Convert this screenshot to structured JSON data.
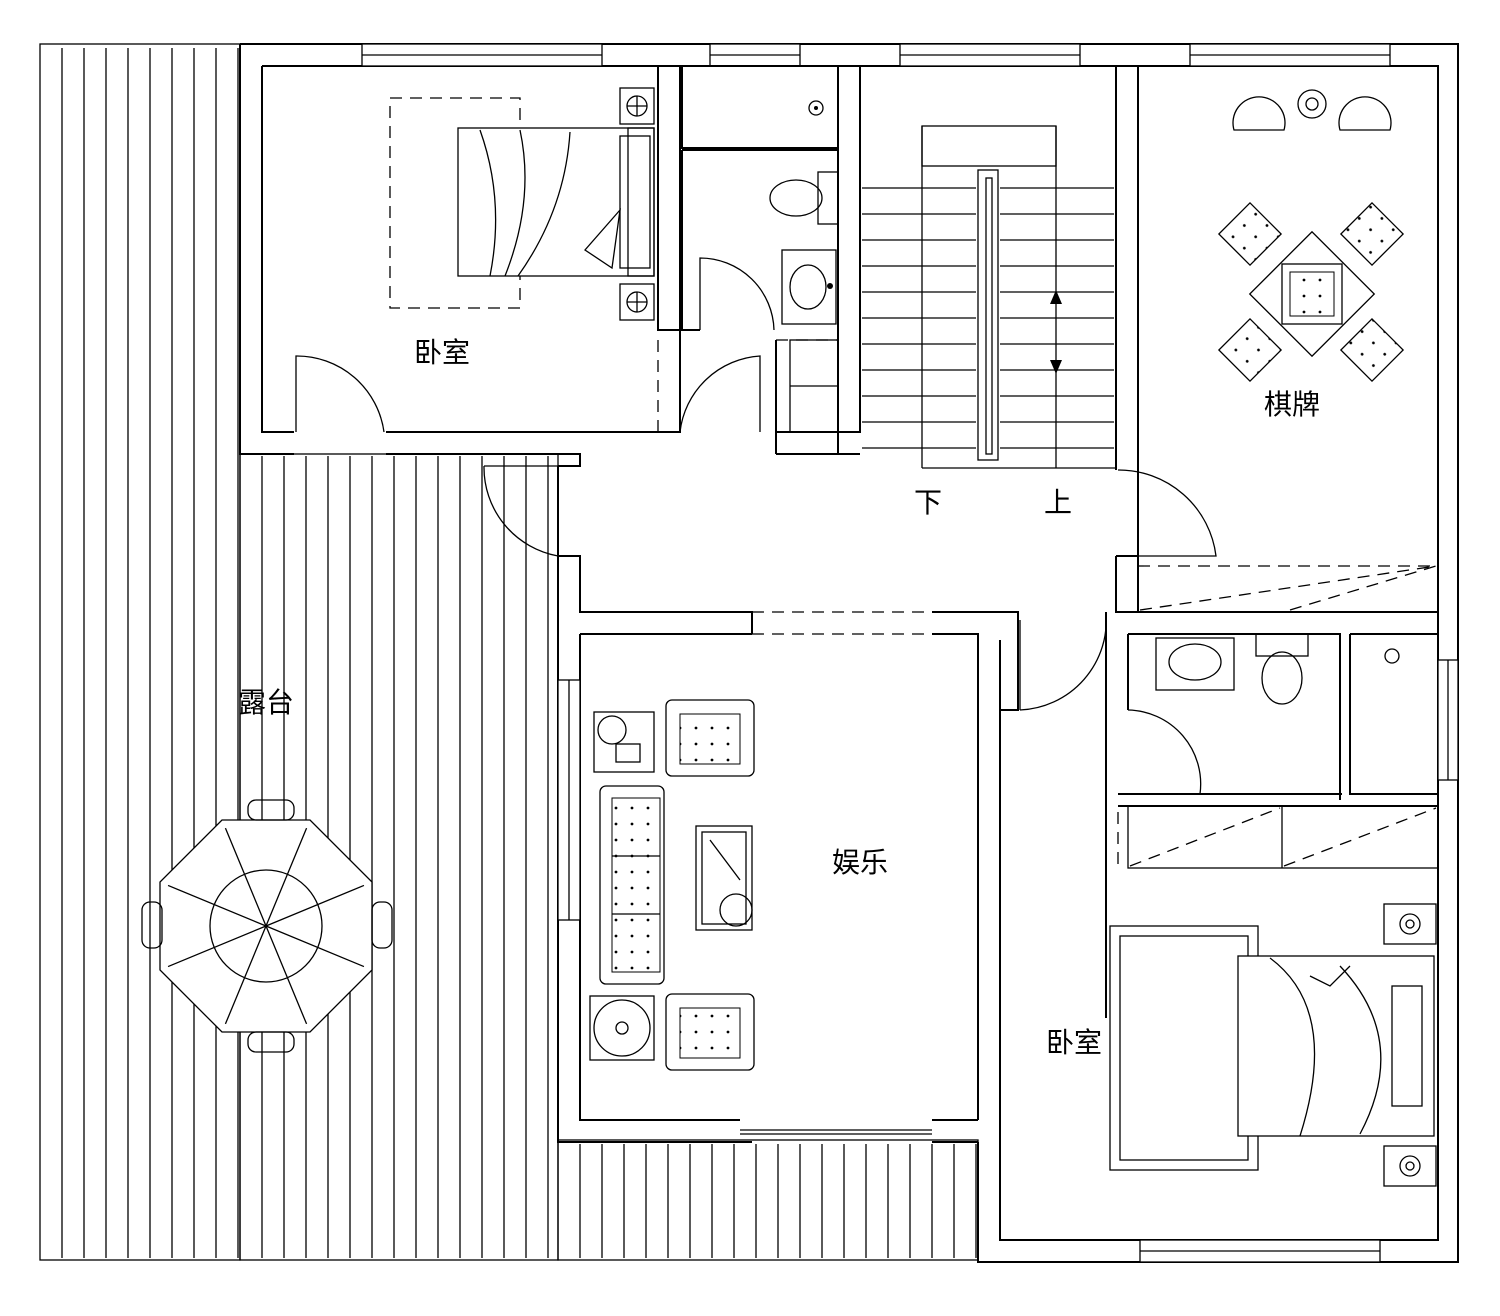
{
  "rooms": {
    "bedroom_top": "卧室",
    "mahjong": "棋牌",
    "terrace": "露台",
    "entertainment": "娱乐",
    "bedroom_bottom": "卧室"
  },
  "stairs": {
    "down": "下",
    "up": "上"
  }
}
